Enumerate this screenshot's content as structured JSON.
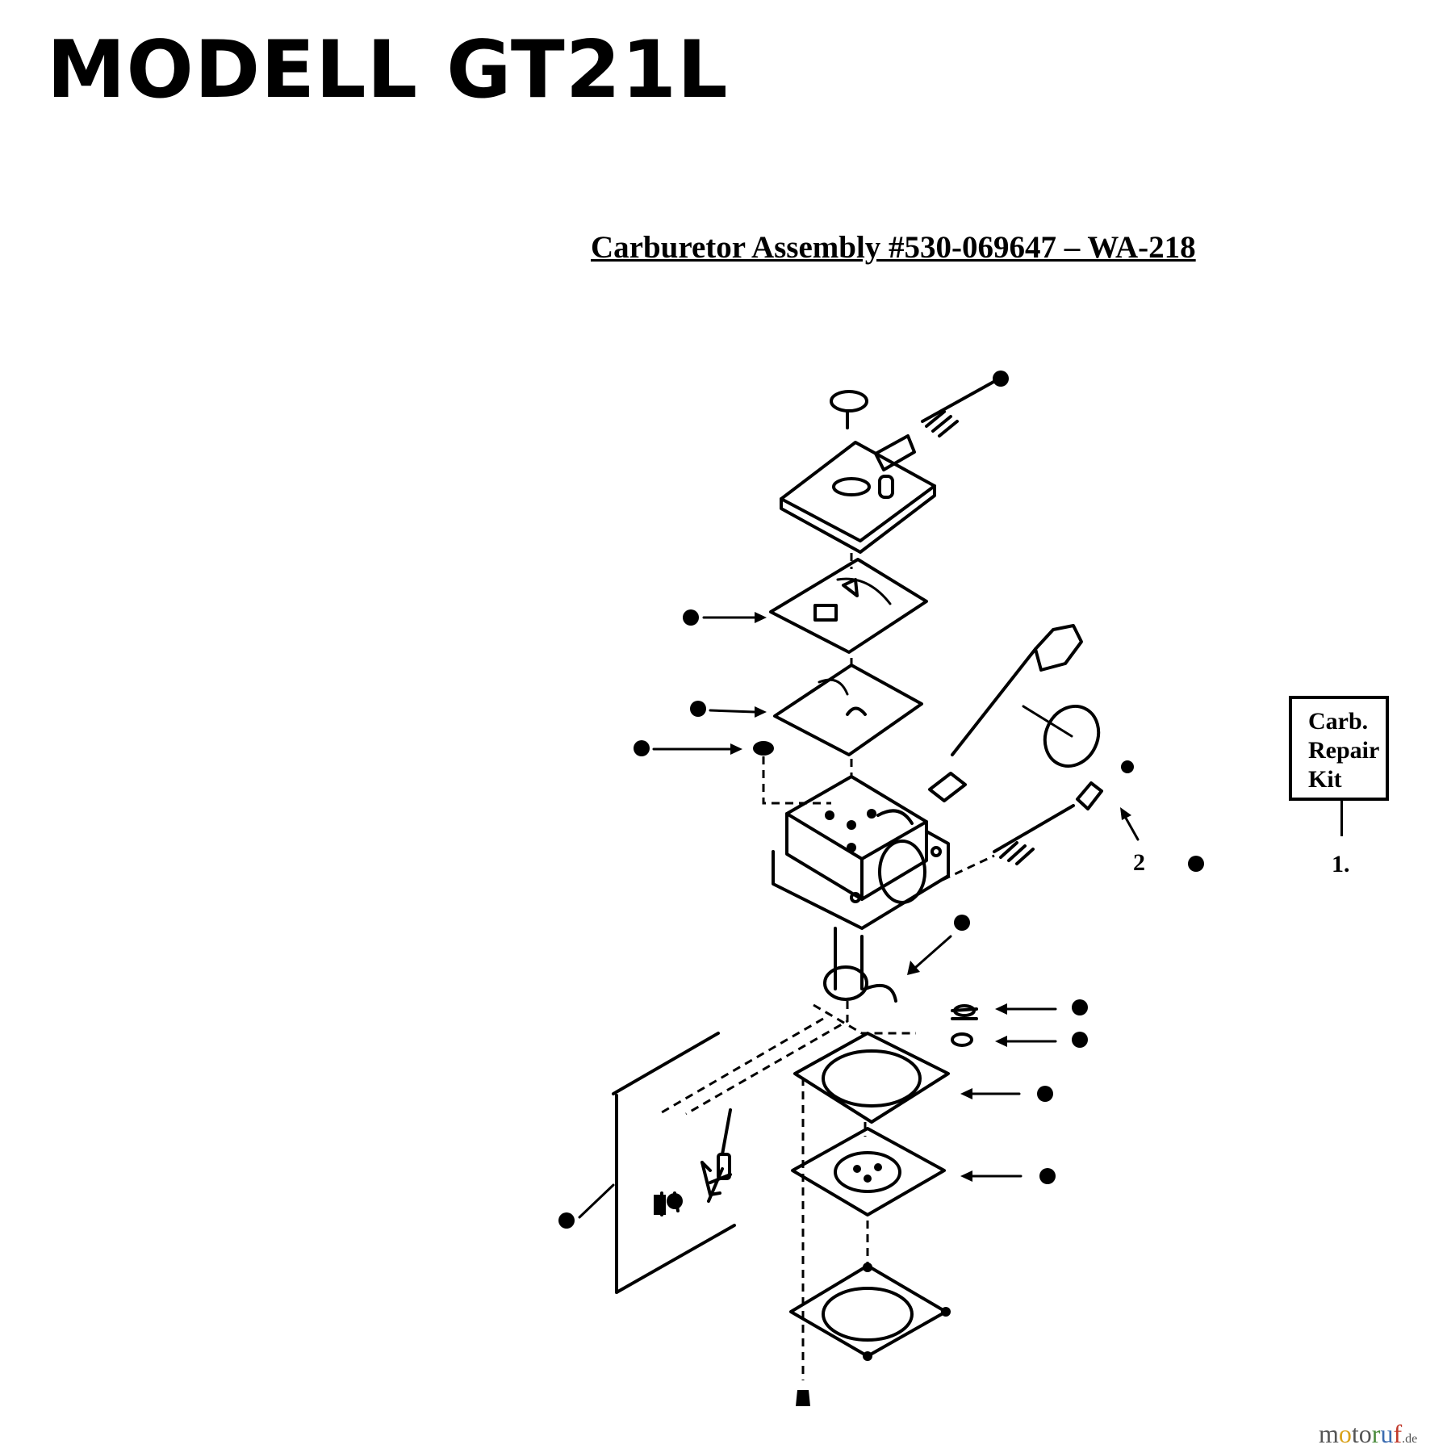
{
  "page": {
    "title": "MODELL GT21L",
    "assembly_title": "Carburetor Assembly #530-069647 – WA-218"
  },
  "kit": {
    "line1": "Carb.",
    "line2": "Repair",
    "line3": "Kit",
    "number": "1."
  },
  "callout": {
    "number": "2"
  },
  "watermark": {
    "m": "m",
    "o1": "o",
    "t": "t",
    "o2": "o",
    "r": "r",
    "u": "u",
    "f": "f",
    "suffix": ".de"
  }
}
